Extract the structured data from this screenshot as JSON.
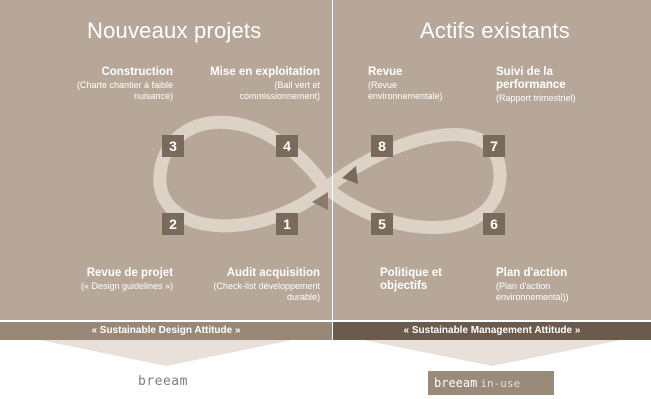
{
  "headings": {
    "left": "Nouveaux projets",
    "right": "Actifs existants"
  },
  "steps": [
    {
      "number": "1",
      "title": "Audit acquisition",
      "desc": "(Check-list développement durable)"
    },
    {
      "number": "2",
      "title": "Revue de projet",
      "desc": "(« Design guidelines »)"
    },
    {
      "number": "3",
      "title": "Construction",
      "desc": "(Charte chantier à faible nuisance)"
    },
    {
      "number": "4",
      "title": "Mise en exploitation",
      "desc": "(Bail vert et commissionnement)"
    },
    {
      "number": "5",
      "title": "Politique et objectifs",
      "desc": ""
    },
    {
      "number": "6",
      "title": "Plan d'action",
      "desc": "(Plan d'action environnemental))"
    },
    {
      "number": "7",
      "title": "Suivi de la performance",
      "desc": "(Rapport trimestriel)"
    },
    {
      "number": "8",
      "title": "Revue",
      "desc": "(Revue environnementale)"
    }
  ],
  "bands": {
    "left": "« Sustainable Design Attitude »",
    "right": "« Sustainable Management Attitude »"
  },
  "logos": {
    "left": "breeam",
    "right_main": "breeam",
    "right_suffix": "in-use"
  },
  "colors": {
    "panel": "#b7a798",
    "box": "#7a6a5b",
    "loop": "#ddd2c6",
    "band_left": "#998878",
    "band_right": "#6b5b4c"
  }
}
